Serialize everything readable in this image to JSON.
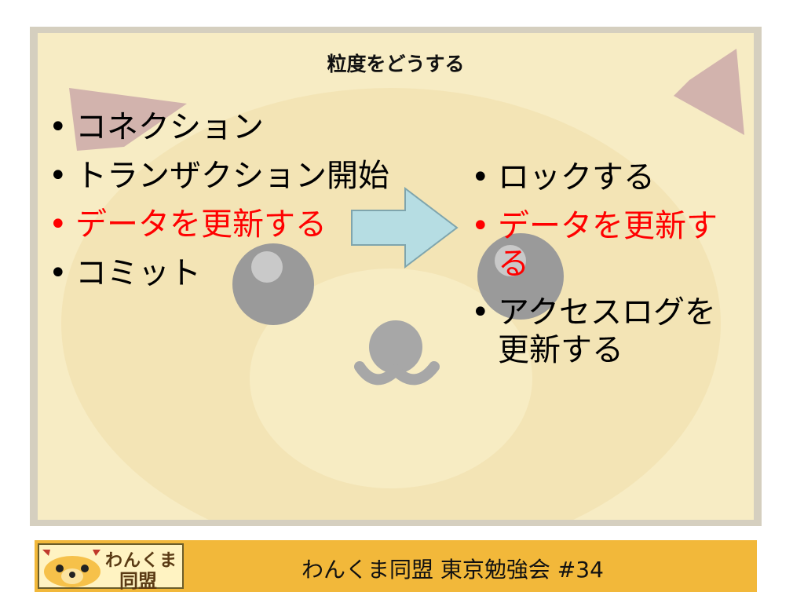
{
  "slide": {
    "title": "粒度をどうする",
    "left_items": [
      {
        "text": "コネクション",
        "highlight": false
      },
      {
        "text": "トランザクション開始",
        "highlight": false
      },
      {
        "text": "データを更新する",
        "highlight": true
      },
      {
        "text": "コミット",
        "highlight": false
      }
    ],
    "right_items": [
      {
        "text": "ロックする",
        "highlight": false
      },
      {
        "text": "データを更新する",
        "highlight": true
      },
      {
        "text": "アクセスログを更新する",
        "highlight": false
      }
    ],
    "bullet_symbol": "•",
    "highlight_color": "#ff0000",
    "arrow_icon": "right-arrow-icon"
  },
  "footer": {
    "logo_line1": "わんくま",
    "logo_line2": "同盟",
    "text": "わんくま同盟 東京勉強会 #34",
    "bar_color": "#f2b83a"
  }
}
